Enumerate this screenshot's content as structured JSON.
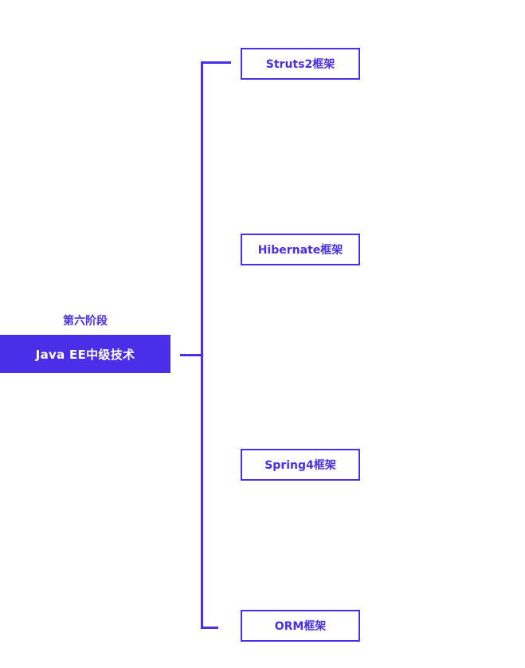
{
  "stage": {
    "label": "第六阶段",
    "title": "Java EE中级技术"
  },
  "branches": [
    {
      "label": "Struts2框架"
    },
    {
      "label": "Hibernate框架"
    },
    {
      "label": "Spring4框架"
    },
    {
      "label": "ORM框架"
    }
  ],
  "colors": {
    "accent": "#4a2ee8",
    "background": "#ffffff",
    "root_text": "#ffffff"
  }
}
